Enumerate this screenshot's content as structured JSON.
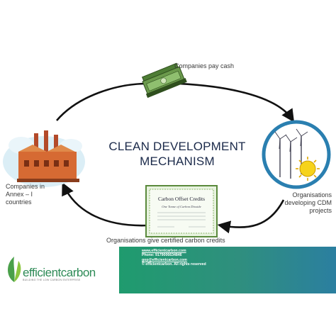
{
  "diagram": {
    "title_line1": "CLEAN DEVELOPMENT",
    "title_line2": "MECHANISM",
    "label_cash": "Companies pay cash",
    "label_companies": "Companies in\nAnnex – I\ncountries",
    "label_organisations": "Organisations\ndeveloping CDM\nprojects",
    "label_credits": "Organisations give certified carbon credits",
    "certificate_title": "Carbon Offset Credits",
    "certificate_subtitle": "One Tonne of Carbon Dioxide"
  },
  "footer": {
    "logo_text": "efficientcarbon",
    "logo_tagline": "BUILDING THE LOW CARBON ENTERPRISE",
    "contact_lines": [
      "www.efficientcarbon.com",
      "Phone: 9179006634846",
      "gop@efficientcarbon.com",
      "© efficientcarbon. All rights reserved"
    ]
  },
  "colors": {
    "arrow": "#111111",
    "title": "#1b2a4a",
    "footer_green": "#1f9b6e",
    "footer_blue": "#2b7fa0",
    "logo_green": "#2e8b57"
  }
}
